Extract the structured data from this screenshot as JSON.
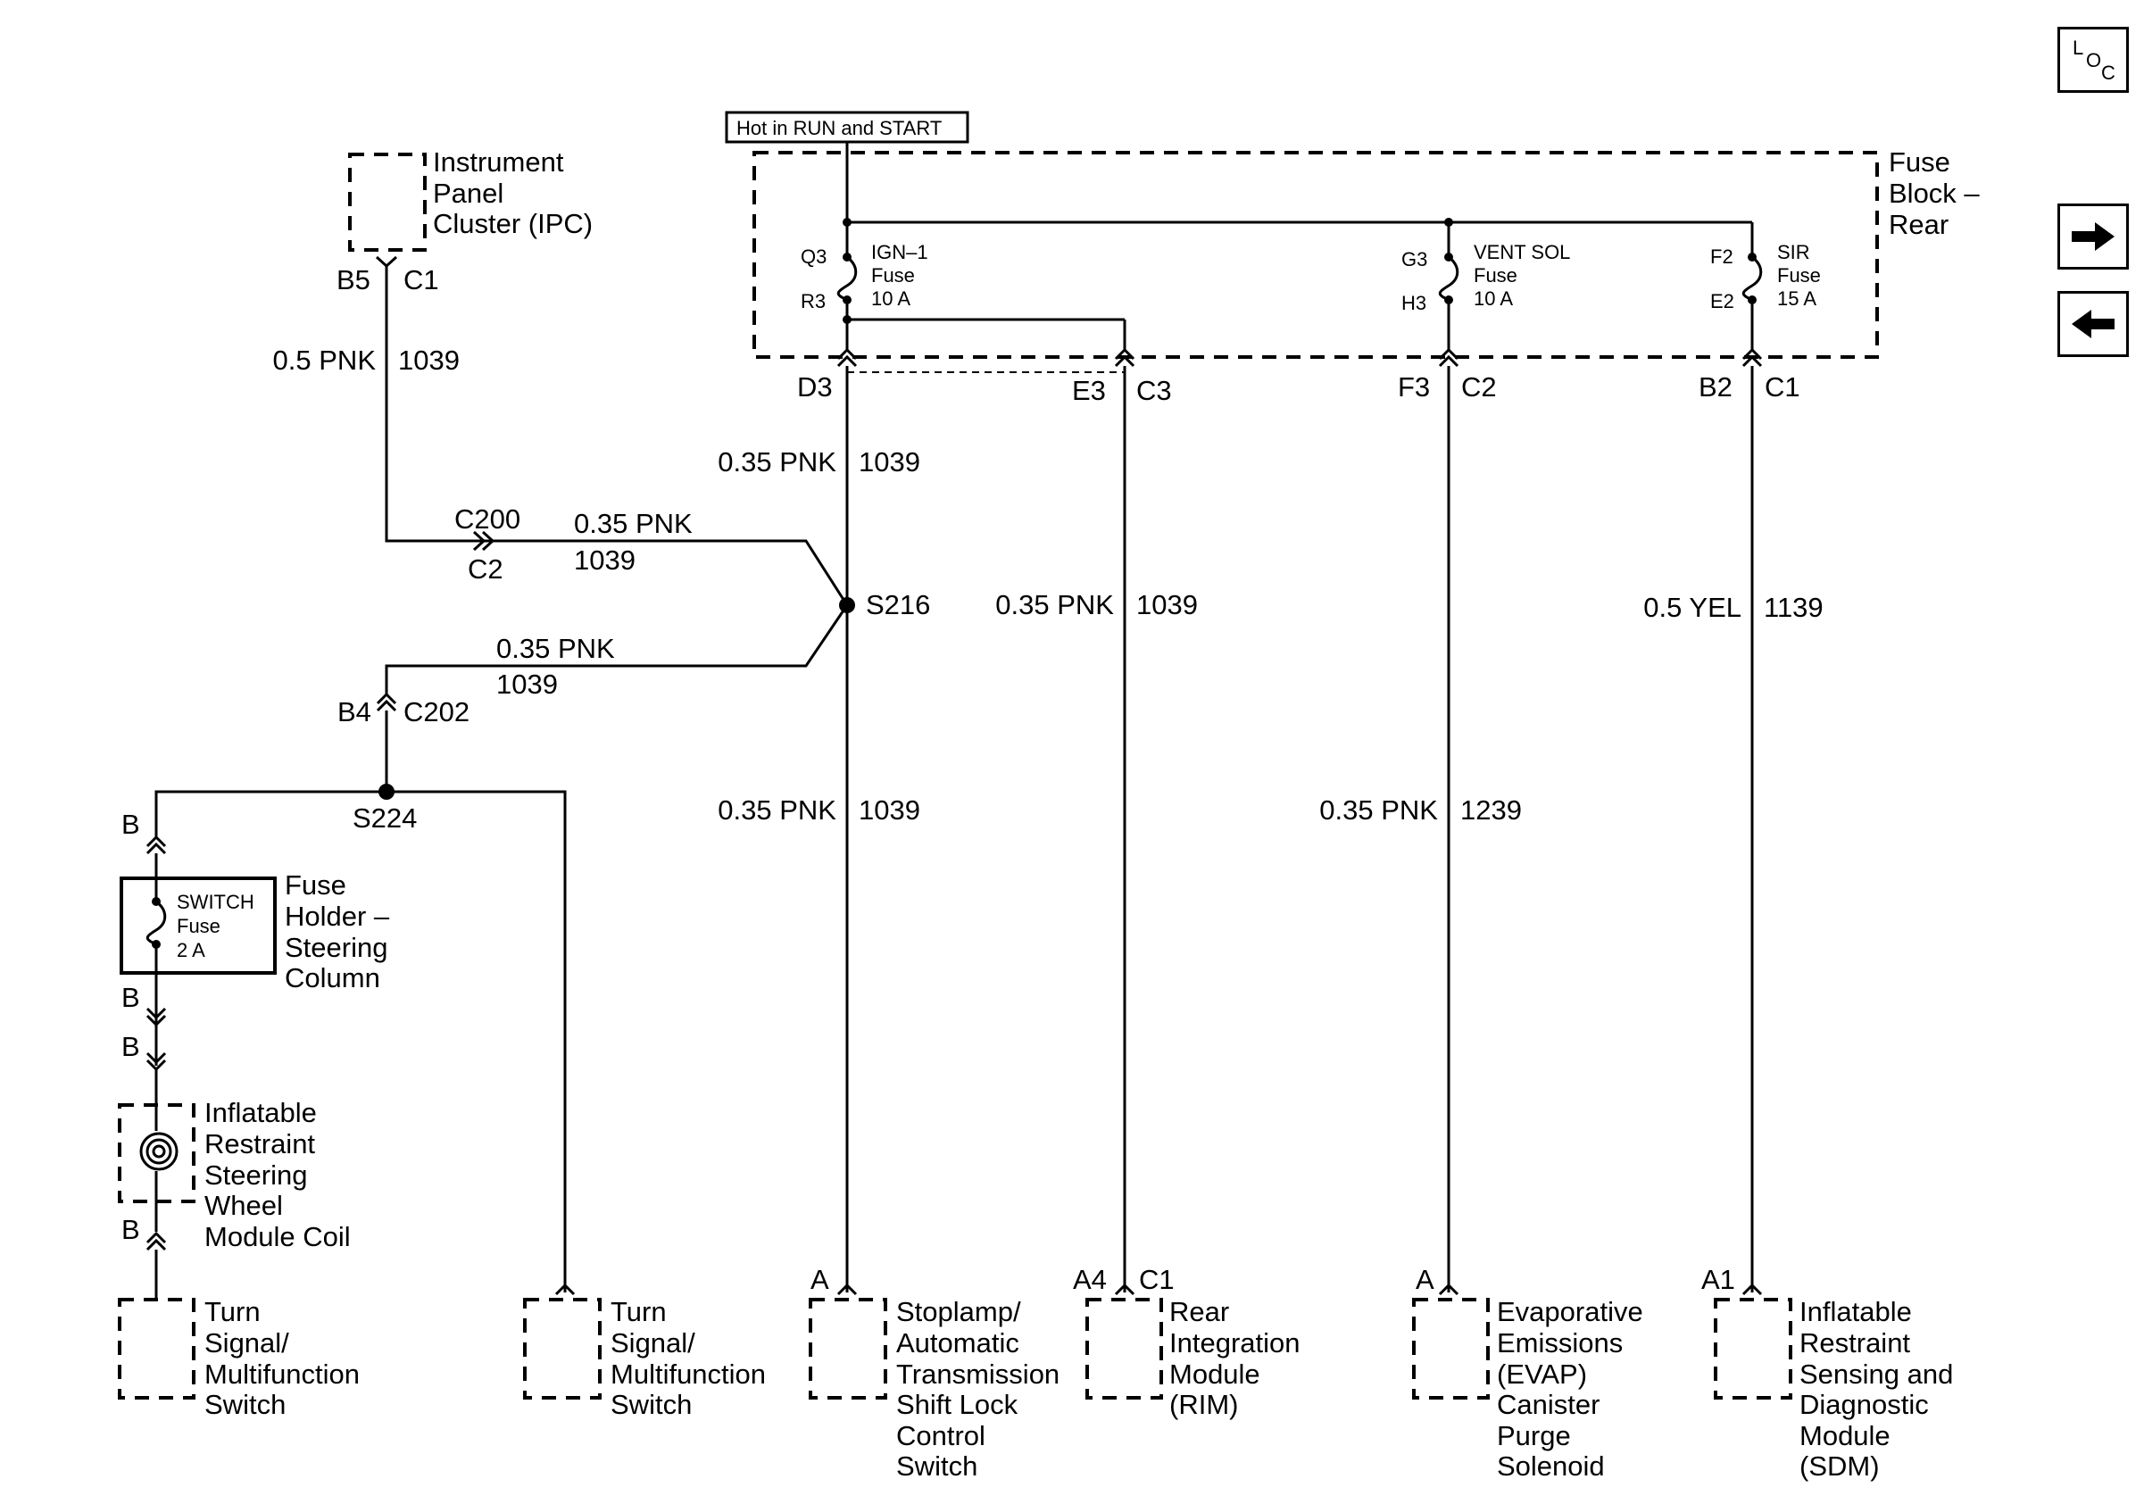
{
  "nav": {
    "loc_icon": "loc-icon",
    "loc_letters": [
      "L",
      "O",
      "C"
    ],
    "forward_icon": "arrow-right-icon",
    "back_icon": "arrow-left-icon"
  },
  "power": {
    "hot_label": "Hot in RUN and START"
  },
  "fuse_block": {
    "title": [
      "Fuse",
      "Block –",
      "Rear"
    ],
    "fuses": [
      {
        "top_pin": "Q3",
        "bottom_pin": "R3",
        "name": "IGN–1",
        "word": "Fuse",
        "rating": "10 A"
      },
      {
        "top_pin": "G3",
        "bottom_pin": "H3",
        "name": "VENT SOL",
        "word": "Fuse",
        "rating": "10 A"
      },
      {
        "top_pin": "F2",
        "bottom_pin": "E2",
        "name": "SIR",
        "word": "Fuse",
        "rating": "15 A"
      }
    ]
  },
  "connectors": {
    "d3": "D3",
    "e3": "E3",
    "c3": "C3",
    "f3": "F3",
    "c2_top": "C2",
    "b2": "B2",
    "c1_top": "C1",
    "b5": "B5",
    "c1_ipc": "C1",
    "c200": "C200",
    "c2_inline": "C2",
    "b4": "B4",
    "c202": "C202",
    "b_sw_top": "B",
    "b_sw_bottom": "B",
    "b_coil_top": "B",
    "b_coil_bottom": "B",
    "a_stop": "A",
    "a4": "A4",
    "c1_rim": "C1",
    "a_evap": "A",
    "a1": "A1"
  },
  "splices": {
    "s216": "S216",
    "s224": "S224"
  },
  "wires": {
    "ipc": {
      "gauge": "0.5 PNK",
      "circuit": "1039"
    },
    "c200_run": {
      "gauge": "0.35 PNK",
      "circuit": "1039"
    },
    "c202_run": {
      "gauge": "0.35 PNK",
      "circuit": "1039"
    },
    "d3_upper": {
      "gauge": "0.35 PNK",
      "circuit": "1039"
    },
    "d3_lower": {
      "gauge": "0.35 PNK",
      "circuit": "1039"
    },
    "rim": {
      "gauge": "0.35 PNK",
      "circuit": "1039"
    },
    "evap": {
      "gauge": "0.35 PNK",
      "circuit": "1239"
    },
    "sdm": {
      "gauge": "0.5 YEL",
      "circuit": "1139"
    }
  },
  "components": {
    "ipc": [
      "Instrument",
      "Panel",
      "Cluster (IPC)"
    ],
    "fuse_holder": [
      "Fuse",
      "Holder –",
      "Steering",
      "Column"
    ],
    "switch_fuse": {
      "name": "SWITCH",
      "word": "Fuse",
      "rating": "2 A"
    },
    "coil": [
      "Inflatable",
      "Restraint",
      "Steering",
      "Wheel",
      "Module Coil"
    ],
    "turn_left": [
      "Turn",
      "Signal/",
      "Multifunction",
      "Switch"
    ],
    "turn_right": [
      "Turn",
      "Signal/",
      "Multifunction",
      "Switch"
    ],
    "stoplamp": [
      "Stoplamp/",
      "Automatic",
      "Transmission",
      "Shift Lock",
      "Control",
      "Switch"
    ],
    "rim": [
      "Rear",
      "Integration",
      "Module",
      "(RIM)"
    ],
    "evap": [
      "Evaporative",
      "Emissions",
      "(EVAP)",
      "Canister",
      "Purge",
      "Solenoid"
    ],
    "sdm": [
      "Inflatable",
      "Restraint",
      "Sensing and",
      "Diagnostic",
      "Module",
      "(SDM)"
    ]
  }
}
